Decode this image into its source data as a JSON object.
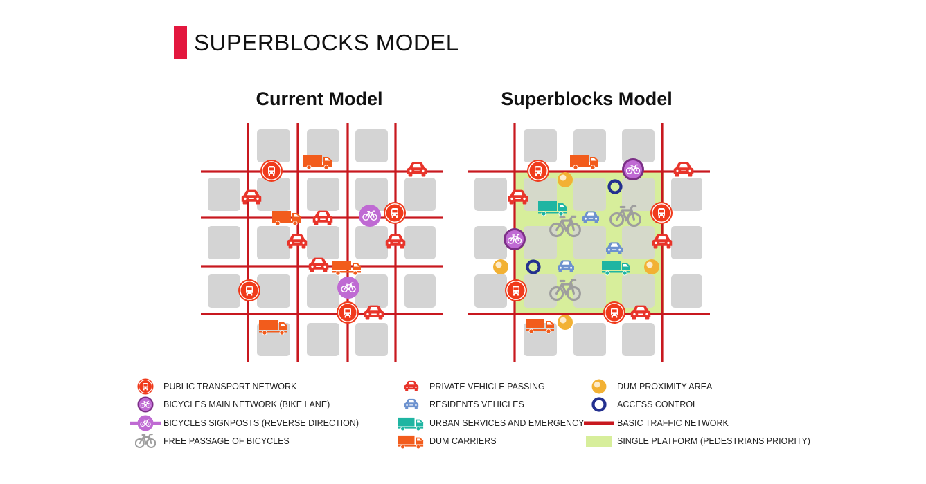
{
  "header": {
    "title": "SUPERBLOCKS MODEL"
  },
  "models": {
    "current_title": "Current Model",
    "superblocks_title": "Superblocks Model"
  },
  "colors": {
    "accent": "#e3173e",
    "road": "#c8181f",
    "block": "#d4d4d4",
    "platform": "#d7ee9b",
    "bus": "#f03a1b",
    "bike_main": "#7b2f86",
    "bike_sign": "#bf6ad3",
    "car": "#e8342a",
    "resident_car": "#6d92cf",
    "urban_truck": "#1fb5a2",
    "dum_truck": "#f25c1c",
    "dum_area": "#f2b134",
    "access": "#23308f"
  },
  "legend": {
    "col1": [
      {
        "icon": "bus-icon",
        "label": "PUBLIC TRANSPORT NETWORK"
      },
      {
        "icon": "bike-main-icon",
        "label": "BICYCLES MAIN NETWORK (BIKE LANE)"
      },
      {
        "icon": "bike-signpost-icon",
        "label": "BICYCLES SIGNPOSTS (REVERSE DIRECTION)"
      },
      {
        "icon": "bike-free-icon",
        "label": "FREE PASSAGE OF BICYCLES"
      }
    ],
    "col2": [
      {
        "icon": "private-car-icon",
        "label": "PRIVATE VEHICLE PASSING"
      },
      {
        "icon": "resident-car-icon",
        "label": "RESIDENTS VEHICLES"
      },
      {
        "icon": "urban-truck-icon",
        "label": "URBAN SERVICES AND EMERGENCY"
      },
      {
        "icon": "dum-truck-icon",
        "label": "DUM CARRIERS"
      }
    ],
    "col3": [
      {
        "icon": "dum-area-icon",
        "label": "DUM PROXIMITY AREA"
      },
      {
        "icon": "access-control-icon",
        "label": "ACCESS CONTROL"
      },
      {
        "icon": "traffic-line-icon",
        "label": "BASIC TRAFFIC NETWORK"
      },
      {
        "icon": "platform-icon",
        "label": "SINGLE PLATFORM (PEDESTRIANS PRIORITY)"
      }
    ]
  }
}
